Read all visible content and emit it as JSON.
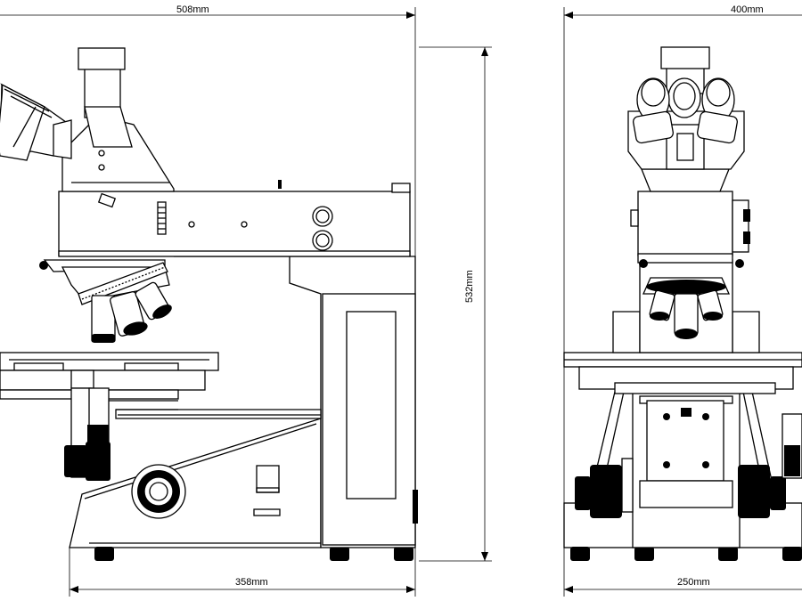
{
  "dimensions": {
    "side_width": "508mm",
    "front_width": "400mm",
    "height": "532mm",
    "side_base": "358mm",
    "front_base": "250mm"
  }
}
